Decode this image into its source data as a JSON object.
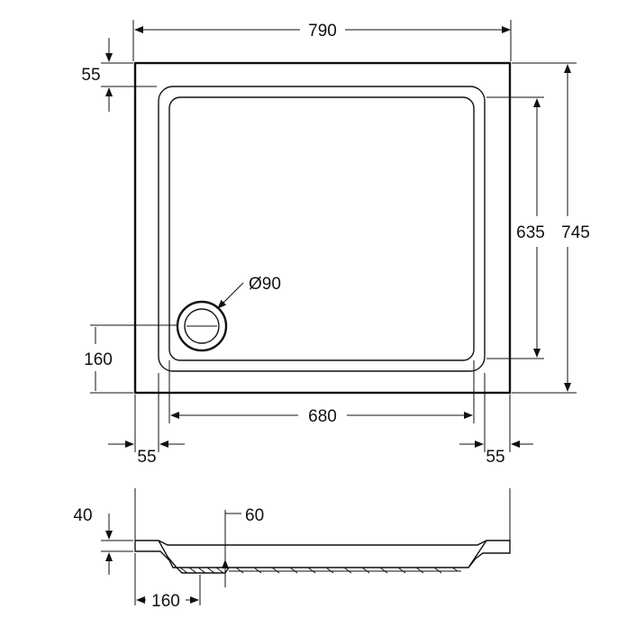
{
  "plan_view": {
    "overall_width": "790",
    "overall_depth": "745",
    "rim_top": "55",
    "inner_depth": "635",
    "inner_width": "680",
    "rim_left": "55",
    "rim_right": "55",
    "waste_offset": "160",
    "waste_diameter": "Ø90"
  },
  "section_view": {
    "tray_height": "40",
    "waste_width": "60",
    "waste_offset": "160"
  }
}
